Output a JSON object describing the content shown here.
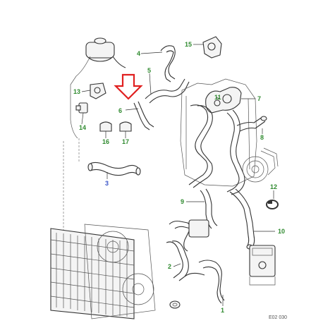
{
  "diagram": {
    "callouts": {
      "c1": "1",
      "c2": "2",
      "c3": "3",
      "c4": "4",
      "c5": "5",
      "c6": "6",
      "c7": "7",
      "c8": "8",
      "c9": "9",
      "c10": "10",
      "c11": "11",
      "c12": "12",
      "c13": "13",
      "c14": "14",
      "c15": "15",
      "c16": "16",
      "c17": "17"
    },
    "reference_code": "E02 030",
    "colors": {
      "callout_green": "#2f8a2f",
      "callout_blue": "#3a55c8",
      "arrow_red": "#e02020",
      "line": "#333333"
    }
  }
}
